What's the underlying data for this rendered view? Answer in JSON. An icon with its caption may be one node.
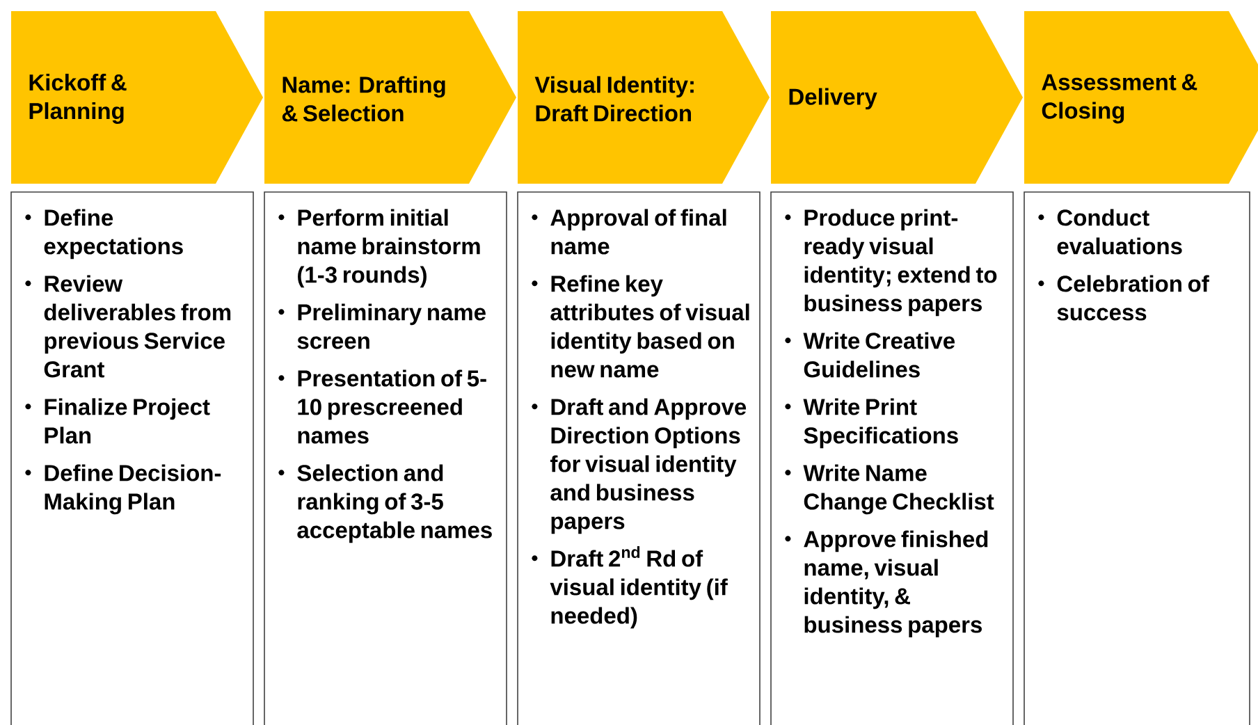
{
  "diagram": {
    "nodes": [
      {
        "text": [
          "Kickoff & Planning"
        ]
      },
      {
        "text": [
          "Name: Drafting & Selection"
        ]
      },
      {
        "text": [
          "Visual Identity: Draft Direction"
        ]
      },
      {
        "text": [
          "Delivery"
        ]
      },
      {
        "text": [
          "Assessment & Closing"
        ]
      },
      {
        "text": [
          "Define expectations",
          "Review deliverables from previous Service Grant",
          "Finalize Project Plan",
          "Define Decision-Making Plan"
        ]
      },
      {
        "text": [
          "Perform initial name brainstorm (1-3 rounds)",
          "Preliminary name screen",
          "Presentation of 5-10 prescreened names",
          "Selection and ranking of 3-5 acceptable names"
        ]
      },
      {
        "text": [
          "Approval of final name",
          "Refine key attributes of visual identity based on new name",
          "Draft and Approve Direction Options for visual identity and business papers",
          "Draft 2$^{nd}$ Rd of visual identity (if needed)"
        ]
      },
      {
        "text": [
          "Produce print-ready visual identity; extend to business papers",
          "Write Creative Guidelines",
          "Write Print Specifications",
          "Write Name Change Checklist",
          "Approve finished name, visual identity, & business papers"
        ]
      },
      {
        "text": [
          "Conduct evaluations",
          "Celebration of success"
        ]
      }
    ]
  }
}
